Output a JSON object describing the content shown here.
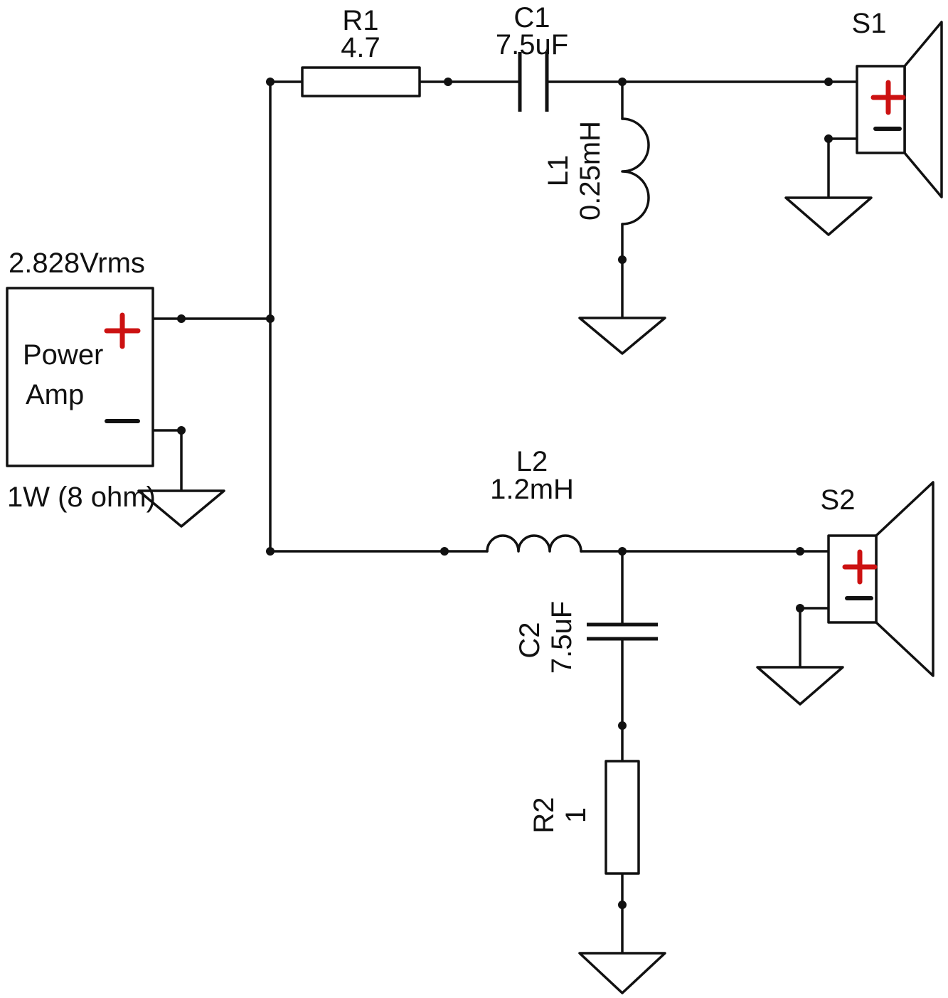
{
  "source": {
    "voltage": "2.828Vrms",
    "label_line1": "Power",
    "label_line2": "Amp",
    "power_rating": "1W (8 ohm)"
  },
  "components": {
    "r1": {
      "ref": "R1",
      "value": "4.7"
    },
    "c1": {
      "ref": "C1",
      "value": "7.5uF"
    },
    "l1": {
      "ref": "L1",
      "value": "0.25mH"
    },
    "s1": {
      "ref": "S1"
    },
    "l2": {
      "ref": "L2",
      "value": "1.2mH"
    },
    "c2": {
      "ref": "C2",
      "value": "7.5uF"
    },
    "r2": {
      "ref": "R2",
      "value": "1"
    },
    "s2": {
      "ref": "S2"
    }
  },
  "colors": {
    "wire": "#111111",
    "polarity_plus": "#cc1111",
    "background": "#ffffff"
  }
}
